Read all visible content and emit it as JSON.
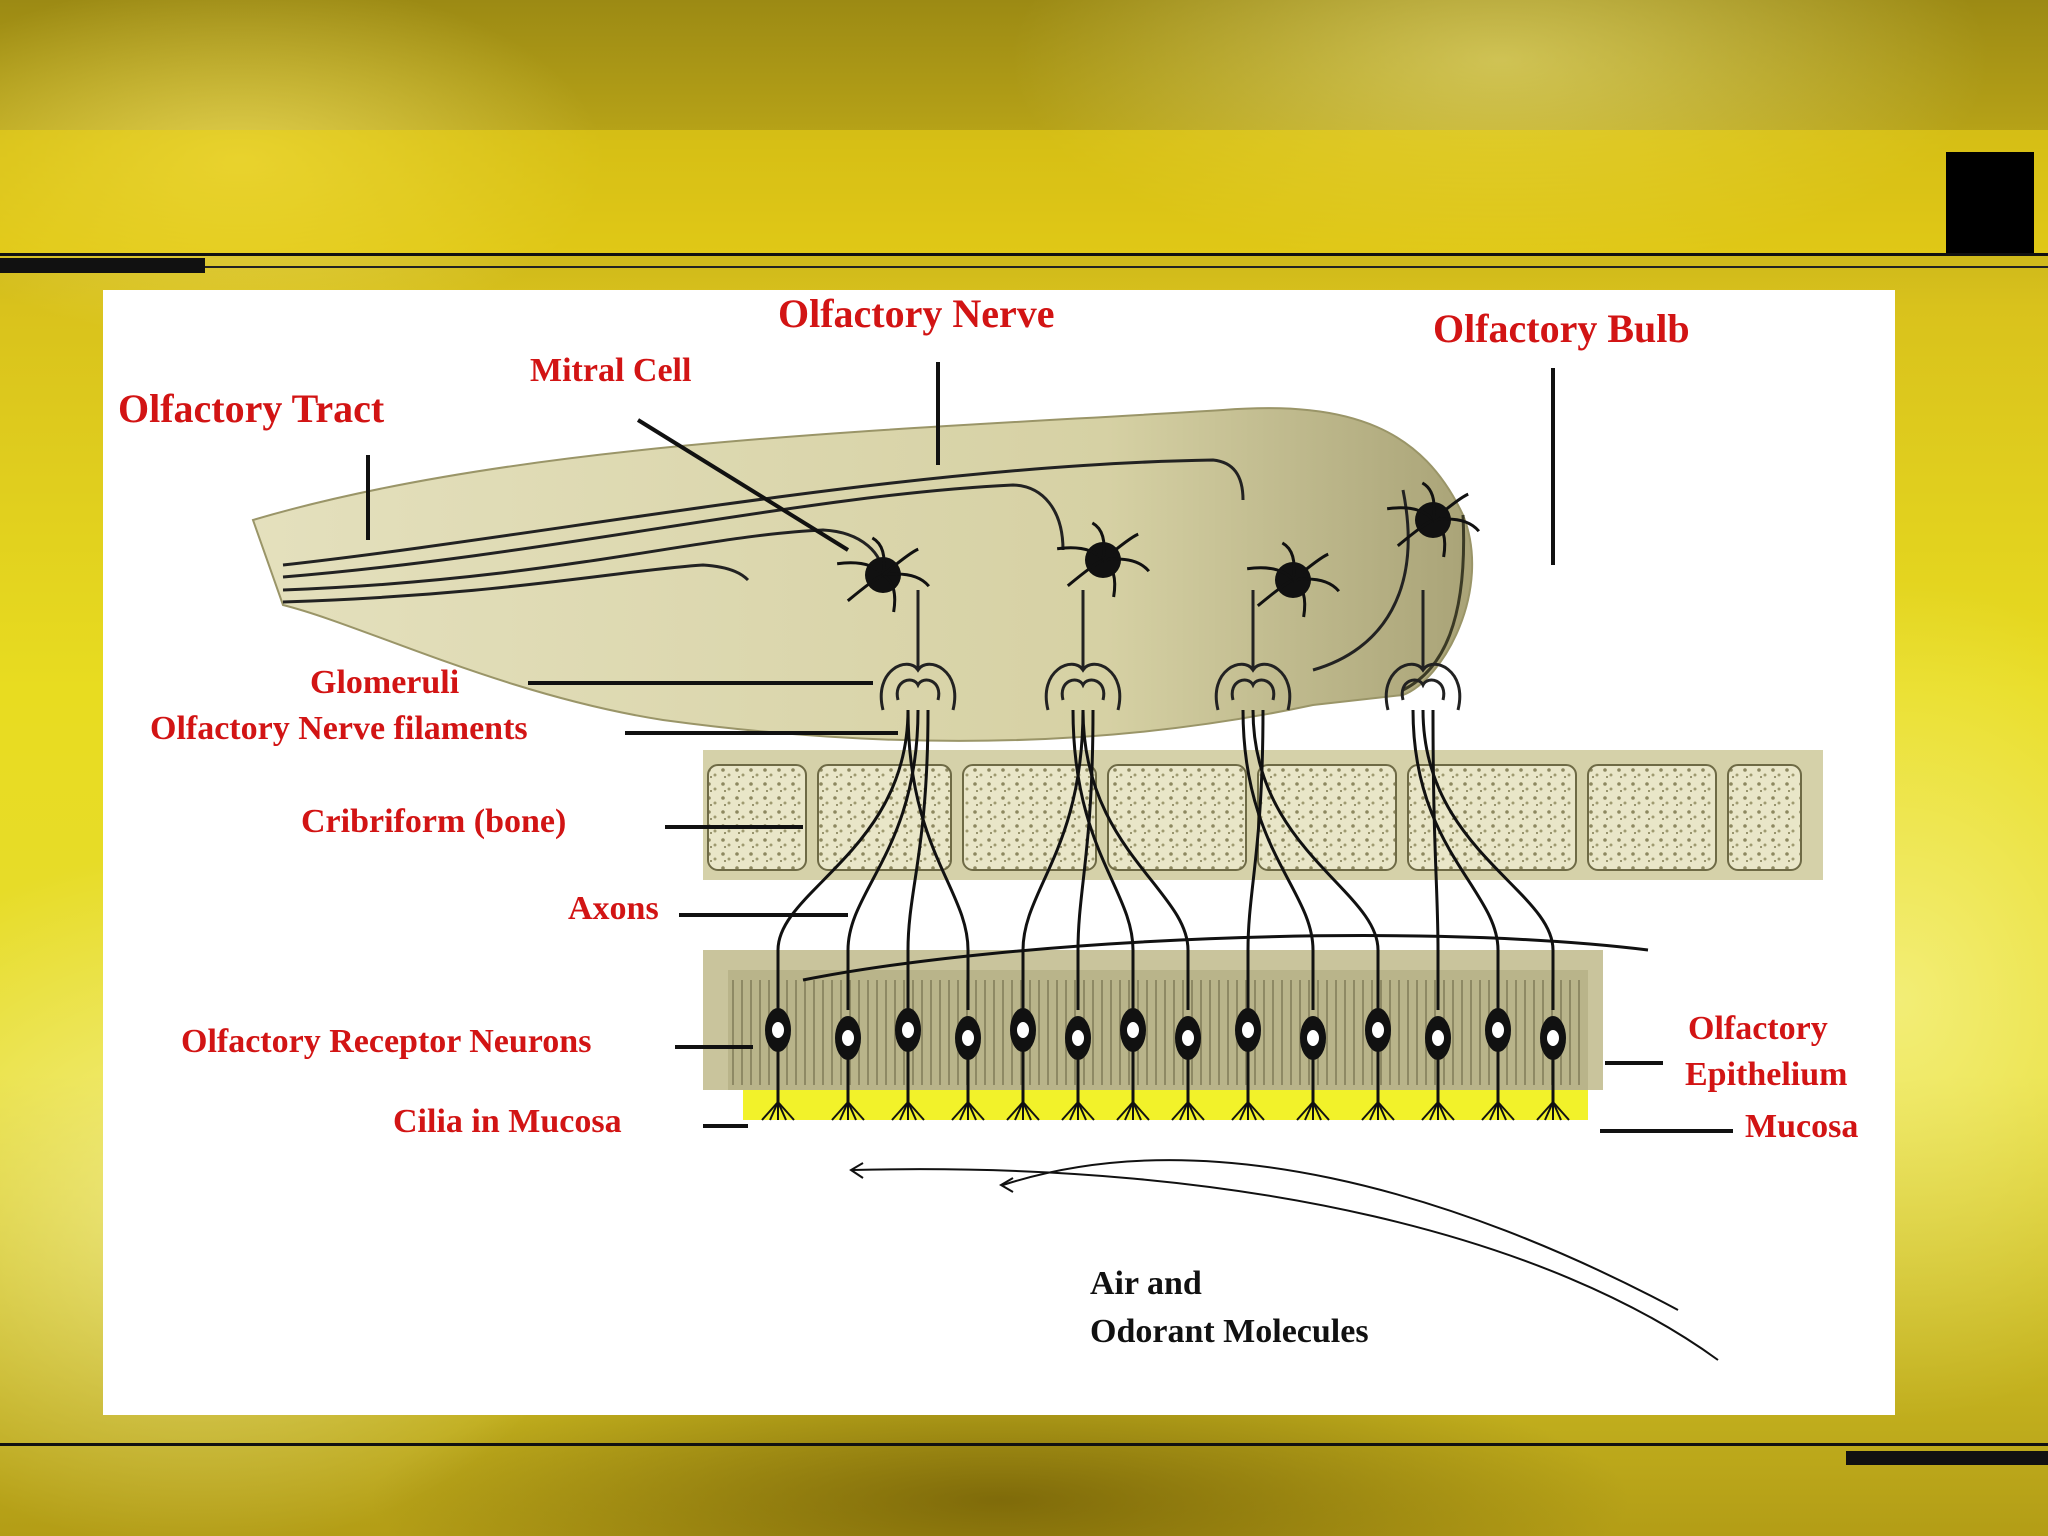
{
  "slide": {
    "colors": {
      "background": "#e0d21e",
      "label": "#d21414",
      "diagram_tissue": "#d9d4a6",
      "mucosa": "#f2f22a"
    }
  },
  "diagram": {
    "labels": {
      "olfactory_nerve": "Olfactory Nerve",
      "olfactory_bulb": "Olfactory Bulb",
      "mitral_cell": "Mitral Cell",
      "olfactory_tract": "Olfactory Tract",
      "glomeruli": "Glomeruli",
      "nerve_filaments": "Olfactory Nerve filaments",
      "cribriform": "Cribriform (bone)",
      "axons": "Axons",
      "receptor_neurons": "Olfactory Receptor Neurons",
      "cilia": "Cilia in Mucosa",
      "epithelium_line1": "Olfactory",
      "epithelium_line2": "Epithelium",
      "mucosa": "Mucosa",
      "air_line1": "Air and",
      "air_line2": "Odorant Molecules"
    }
  }
}
